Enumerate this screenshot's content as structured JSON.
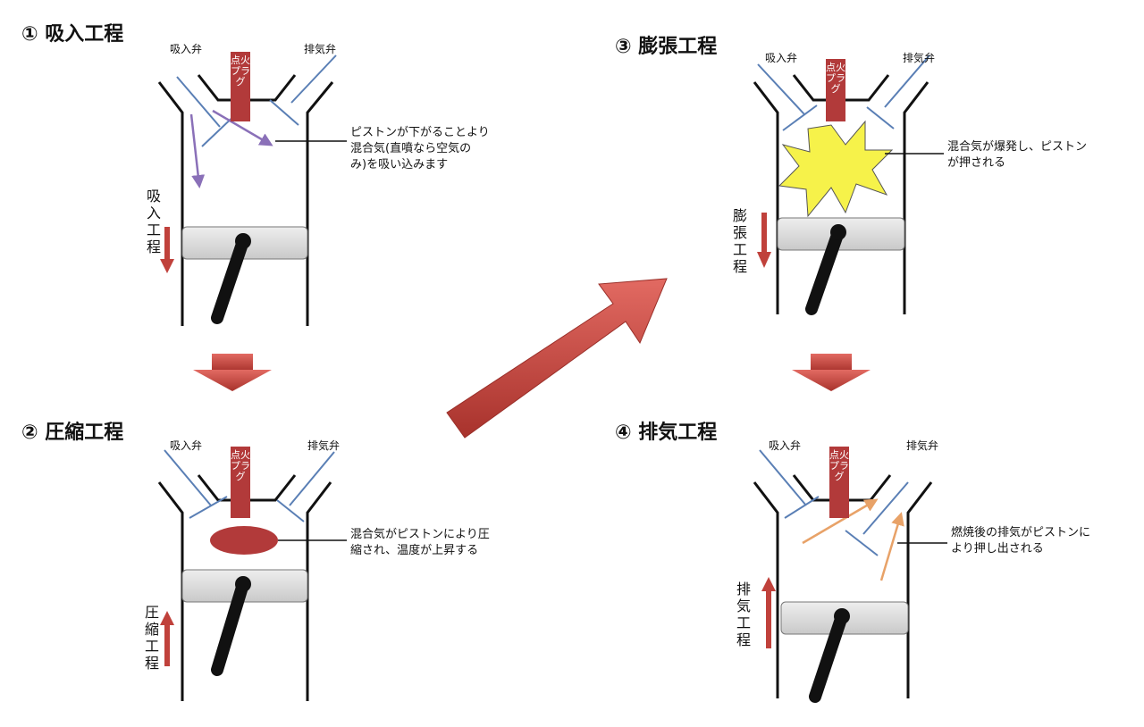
{
  "colors": {
    "cylinder": "#111111",
    "valve": "#5a7fb5",
    "plug": "#b23a3a",
    "arrow": "#c0413b",
    "piston_fill": "#d9d9d9",
    "intake_flow": "#8a70b8",
    "exhaust_flow": "#e8a268",
    "explosion": "#f6f24a",
    "charge": "#b23a3a"
  },
  "stages": [
    {
      "title": "① 吸入工程",
      "intake_label": "吸入弁",
      "exhaust_label": "排気弁",
      "plug_label": "点火プラグ",
      "stroke_label": "吸入工程",
      "stroke_direction": "down",
      "annotation": "ピストンが下がることより\n混合気(直噴なら空気の\nみ)を吸い込みます"
    },
    {
      "title": "② 圧縮工程",
      "intake_label": "吸入弁",
      "exhaust_label": "排気弁",
      "plug_label": "点火プラグ",
      "stroke_label": "圧縮工程",
      "stroke_direction": "up",
      "annotation": "混合気がピストンにより圧\n縮され、温度が上昇する"
    },
    {
      "title": "③ 膨張工程",
      "intake_label": "吸入弁",
      "exhaust_label": "排気弁",
      "plug_label": "点火プラグ",
      "stroke_label": "膨張工程",
      "stroke_direction": "down",
      "annotation": "混合気が爆発し、ピストン\nが押される"
    },
    {
      "title": "④ 排気工程",
      "intake_label": "吸入弁",
      "exhaust_label": "排気弁",
      "plug_label": "点火プラグ",
      "stroke_label": "排気工程",
      "stroke_direction": "up",
      "annotation": "燃焼後の排気がピストンに\nより押し出される"
    }
  ]
}
